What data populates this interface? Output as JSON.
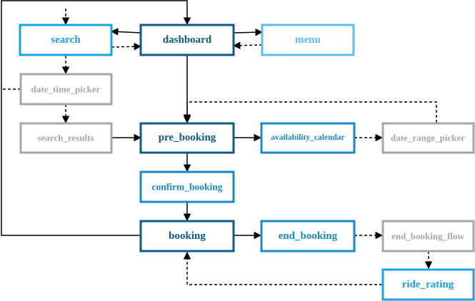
{
  "colors": {
    "dark": "#0d5a87",
    "mid": "#1689c9",
    "bright": "#1aa0e6",
    "light": "#5bbcef",
    "gray": "#a6a6a6",
    "line": "#000000"
  },
  "nodes": {
    "search": {
      "label": "search",
      "style": "bright"
    },
    "dashboard": {
      "label": "dashboard",
      "style": "dark"
    },
    "menu": {
      "label": "menu",
      "style": "light"
    },
    "date_time_picker": {
      "label": "date_time_picker",
      "style": "gray"
    },
    "search_results": {
      "label": "search_results",
      "style": "gray"
    },
    "pre_booking": {
      "label": "pre_booking",
      "style": "dark"
    },
    "availability_calendar": {
      "label": "availability_calendar",
      "style": "mid"
    },
    "date_range_picker": {
      "label": "date_range_picker",
      "style": "gray"
    },
    "confirm_booking": {
      "label": "confirm_booking",
      "style": "mid"
    },
    "booking": {
      "label": "booking",
      "style": "dark"
    },
    "end_booking": {
      "label": "end_booking",
      "style": "mid"
    },
    "end_booking_flow": {
      "label": "end_booking_flow",
      "style": "gray"
    },
    "ride_rating": {
      "label": "ride_rating",
      "style": "bright"
    }
  },
  "edges": [
    {
      "from": "dashboard",
      "to": "search",
      "kind": "solid"
    },
    {
      "from": "search",
      "to": "dashboard",
      "kind": "dashed"
    },
    {
      "from": "dashboard",
      "to": "menu",
      "kind": "solid"
    },
    {
      "from": "menu",
      "to": "dashboard",
      "kind": "dashed"
    },
    {
      "from": "search",
      "to": "date_time_picker",
      "kind": "dashed"
    },
    {
      "from": "date_time_picker",
      "to": "search_results",
      "kind": "dashed"
    },
    {
      "from": "search_results",
      "to": "pre_booking",
      "kind": "solid"
    },
    {
      "from": "dashboard",
      "to": "pre_booking",
      "kind": "solid"
    },
    {
      "from": "date_range_picker",
      "to": "pre_booking",
      "kind": "dashed"
    },
    {
      "from": "pre_booking",
      "to": "availability_calendar",
      "kind": "solid"
    },
    {
      "from": "availability_calendar",
      "to": "date_range_picker",
      "kind": "dashed"
    },
    {
      "from": "pre_booking",
      "to": "confirm_booking",
      "kind": "solid"
    },
    {
      "from": "confirm_booking",
      "to": "booking",
      "kind": "solid"
    },
    {
      "from": "booking",
      "to": "dashboard",
      "kind": "solid"
    },
    {
      "from": "date_time_picker",
      "to": "search",
      "kind": "dashed"
    },
    {
      "from": "booking",
      "to": "end_booking",
      "kind": "solid"
    },
    {
      "from": "end_booking",
      "to": "end_booking_flow",
      "kind": "dashed"
    },
    {
      "from": "end_booking_flow",
      "to": "ride_rating",
      "kind": "dashed"
    },
    {
      "from": "ride_rating",
      "to": "booking",
      "kind": "dashed"
    }
  ]
}
